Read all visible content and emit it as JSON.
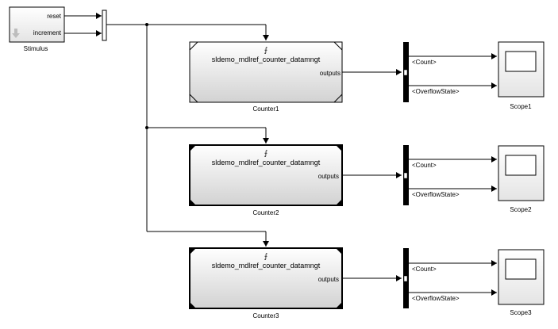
{
  "stimulus": {
    "port_reset": "reset",
    "port_increment": "increment",
    "label": "Stimulus"
  },
  "counters": [
    {
      "model": "sldemo_mdlref_counter_datamngt",
      "output_port": "outputs",
      "label": "Counter1",
      "trigger_icon": "trigger-icon"
    },
    {
      "model": "sldemo_mdlref_counter_datamngt",
      "output_port": "outputs",
      "label": "Counter2",
      "trigger_icon": "trigger-icon"
    },
    {
      "model": "sldemo_mdlref_counter_datamngt",
      "output_port": "outputs",
      "label": "Counter3",
      "trigger_icon": "trigger-icon"
    }
  ],
  "bus_signals": {
    "count": "<Count>",
    "overflow": "<OverflowState>"
  },
  "scopes": [
    {
      "label": "Scope1"
    },
    {
      "label": "Scope2"
    },
    {
      "label": "Scope3"
    }
  ],
  "colors": {
    "block_border": "#000000",
    "block_gradient_top": "#ffffff",
    "block_gradient_bottom": "#d4d4d4",
    "scope_screen": "#ffffff"
  }
}
